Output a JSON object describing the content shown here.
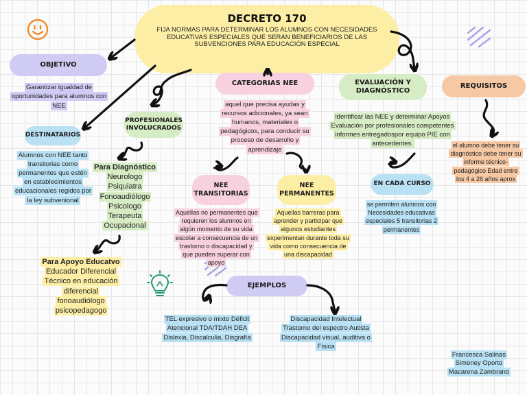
{
  "title": "DECRETO 170",
  "subtitle": "FIJA NORMAS PARA DETERMINAR LOS ALUMNOS CON NECESIDADES EDUCATIVAS ESPECIALES QUE SERÁN BENEFICIARIOS DE LAS SUBVENCIONES PARA EDUCACIÓN ESPECIAL",
  "objetivo": {
    "label": "OBJETIVO",
    "text": "Garantizar igualdad de oportunidades para alumnos con NEE"
  },
  "destinatarios": {
    "label": "DESTINATARIOS",
    "text": "Alumnos con NEE tanto transitorias como permanentes que estén en establecimientos educacionales regidos por la ley subvenional"
  },
  "profesionales": {
    "label": "PROFESIONALES INVOLUCRADOS"
  },
  "diagnostico": {
    "title": "Para Diagnóstico",
    "items": [
      "Neurologo",
      "Psiquiatra",
      "Fonoaudiólogo",
      "Psicologo",
      "Terapeuta",
      "Ocupacional"
    ]
  },
  "apoyo": {
    "title": "Para Apoyo Educatvo",
    "items": [
      "Educador Diferencial",
      "Técnico en educación",
      "diferencial",
      "fonoaudiólogo",
      "psicopedagogo"
    ]
  },
  "categorias": {
    "label": "CATEGORIAS NEE",
    "text": "aquel que precisa ayudas y recursos adicionales, ya sean humanos, materiales o pedagógicos, para conducir su proceso de desarrollo y aprendizaje"
  },
  "transitorias": {
    "label": "NEE TRANSITORIAS",
    "text": "Aquellas no permanentes que requieren los alumnos en algún momento de su vida escolar a consecuencia de un trastorno o discapacidad y que pueden superar con apoyo"
  },
  "permanentes": {
    "label": "NEE PERMANENTES",
    "text": "Aquellas barreras para aprender y participar que algunos estudiantes experimentan durante toda su vida como consecuencia de una discapacidad"
  },
  "ejemplos": {
    "label": "EJEMPLOS",
    "left": "TEL expresivo o mixto Déficit Atencional TDA/TDAH DEA Dislexia, Discalculia, Disgrafía",
    "right": "Discapacidad Intelectual Trastorno del espectro Autista Discapacidad visual, auditiva o Física"
  },
  "evaluacion": {
    "label": "EVALUACIÓN Y DIAGNÓSTICO",
    "text": "identificar las NEE y determinar Apoyos Evaluación por profesionales competentes informes entregadospor equipo PIE con antecedentes."
  },
  "curso": {
    "label": "EN CADA CURSO",
    "text": "se permiten alumnos con Necesidades educativas especiales 5 transitorias 2 permanentes"
  },
  "requisitos": {
    "label": "REQUISITOS",
    "text": "el alumno debe tener su diagnóstico debe tener su informe técnico-pedagógico Edad entre los 4 a 26 años aprox"
  },
  "authors": [
    "Francesca Salinas",
    "Simoney Oporto",
    "Macarena Zambrano"
  ],
  "colors": {
    "yellow": "#fdeea5",
    "purple": "#cfcbf3",
    "pink": "#f7d1df",
    "green": "#d6ecc4",
    "blue": "#b9e1f3",
    "orange": "#f6c8a4"
  }
}
